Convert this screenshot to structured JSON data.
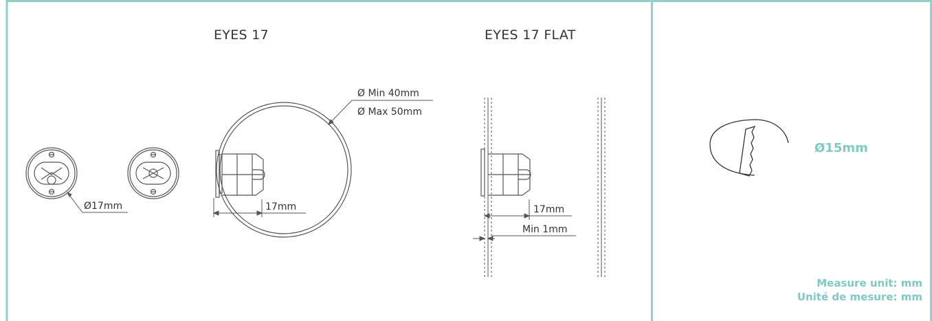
{
  "colors": {
    "accent": "#7fcac4",
    "line": "#555555",
    "text": "#333333"
  },
  "left_panel": {
    "model_1_title": "EYES 17",
    "model_2_title": "EYES 17 FLAT",
    "dim_diameter_17": "Ø17mm",
    "dim_min_40": "Ø Min 40mm",
    "dim_max_50": "Ø Max 50mm",
    "dim_depth_17_a": "17mm",
    "dim_depth_17_b": "17mm",
    "dim_min_1": "Min 1mm"
  },
  "right_panel": {
    "hole_diameter": "Ø15mm",
    "measure_unit_en": "Measure unit: mm",
    "measure_unit_fr": "Unité de mesure: mm"
  }
}
